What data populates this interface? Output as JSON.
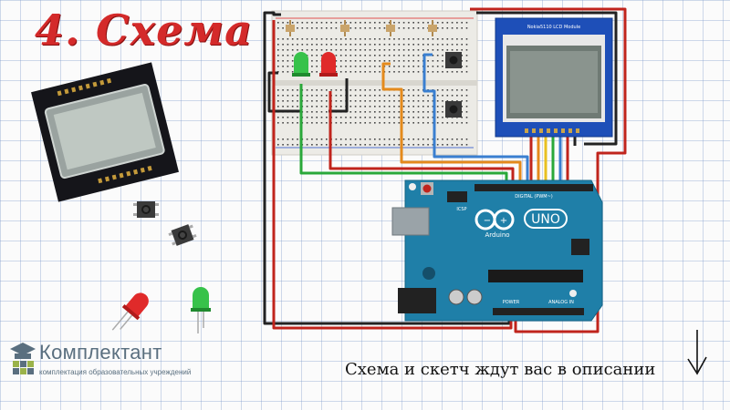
{
  "title": "4. Схема",
  "caption": "Схема и скетч ждут вас в описании",
  "logo": {
    "name": "Комплектант",
    "subtitle": "комплектация образовательных учреждений"
  },
  "lcd_module": {
    "label": "Nokia5110 LCD Module"
  },
  "arduino": {
    "brand": "UNO",
    "maker": "Arduino",
    "icsp": "ICSP",
    "digital_label": "DIGITAL (PWM~)",
    "analog_label": "ANALOG IN",
    "power_label": "POWER"
  },
  "colors": {
    "title": "#d42a2a",
    "board": "#1f7fa8",
    "lcd_frame": "#1e4fb8",
    "wire_red": "#c0241c",
    "wire_green": "#2aa83a",
    "wire_orange": "#e48a1c",
    "wire_blue": "#3a7fd0",
    "wire_black": "#222222",
    "led_green": "#37c24a",
    "led_red": "#e02a2a"
  }
}
